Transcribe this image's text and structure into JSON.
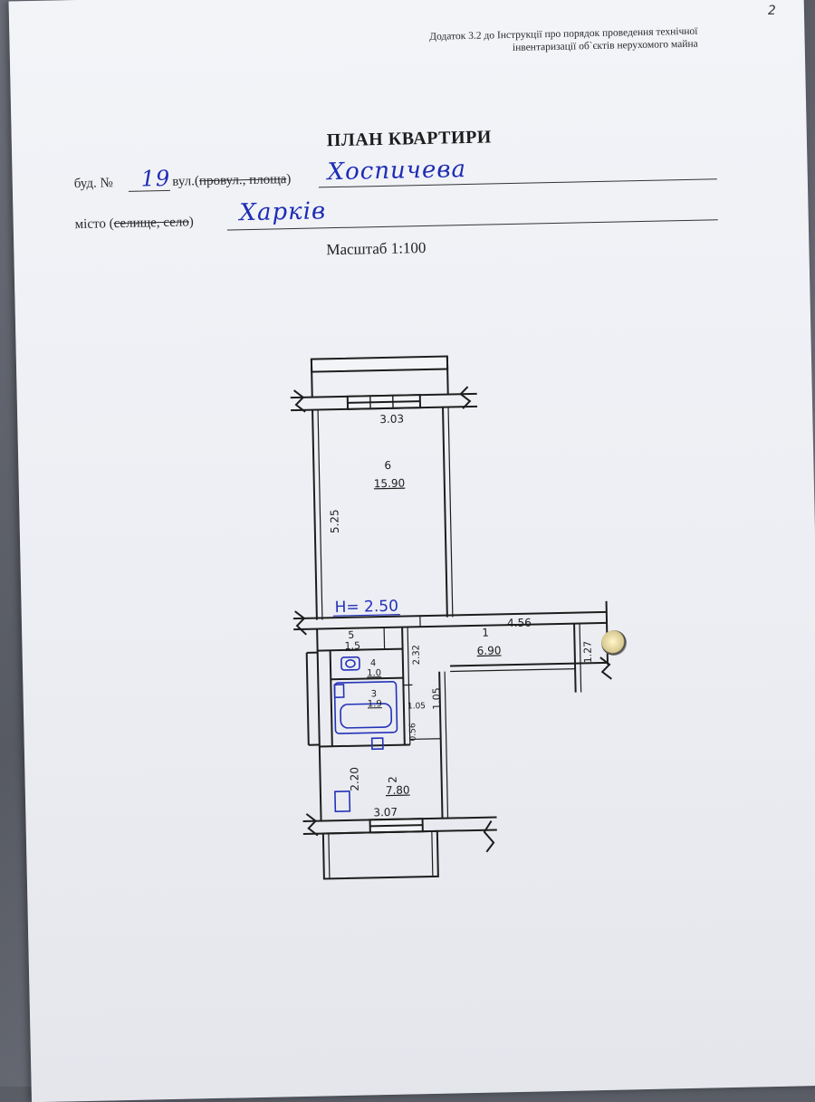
{
  "page_number": "2",
  "header_note": {
    "line1": "Додаток 3.2 до Інструкції про порядок проведення технічної",
    "line2": "інвентаризації об`єктів нерухомого майна"
  },
  "title": "ПЛАН КВАРТИРИ",
  "building": {
    "label": "буд. №",
    "number": "19",
    "street_prefix": "вул.(",
    "street_struck": "провул., площа",
    "street_suffix": ")",
    "street": "Хоспичева"
  },
  "city": {
    "label_prefix": "місто (",
    "label_struck": "селище, село",
    "label_suffix": ")",
    "name": "Харків"
  },
  "scale": "Масштаб 1:100",
  "plan": {
    "ceiling_height": "H= 2.50",
    "rooms": [
      {
        "number": "6",
        "area": "15.90"
      },
      {
        "number": "1",
        "area": "6.90"
      },
      {
        "number": "5",
        "area": "1.5"
      },
      {
        "number": "4",
        "area": "1.0"
      },
      {
        "number": "3",
        "area": "1.9"
      },
      {
        "number": "2",
        "area": "7.80"
      }
    ],
    "dimensions": {
      "top_width": "3.03",
      "room6_length": "5.25",
      "corridor_length": "4.56",
      "corridor_depth": "1.27",
      "bath_depth": "2.32",
      "wc_width": "1.05",
      "corridor_narrow": "1.05",
      "bath_small": "0.56",
      "kitchen_depth": "2.20",
      "bottom_width": "3.07"
    }
  }
}
